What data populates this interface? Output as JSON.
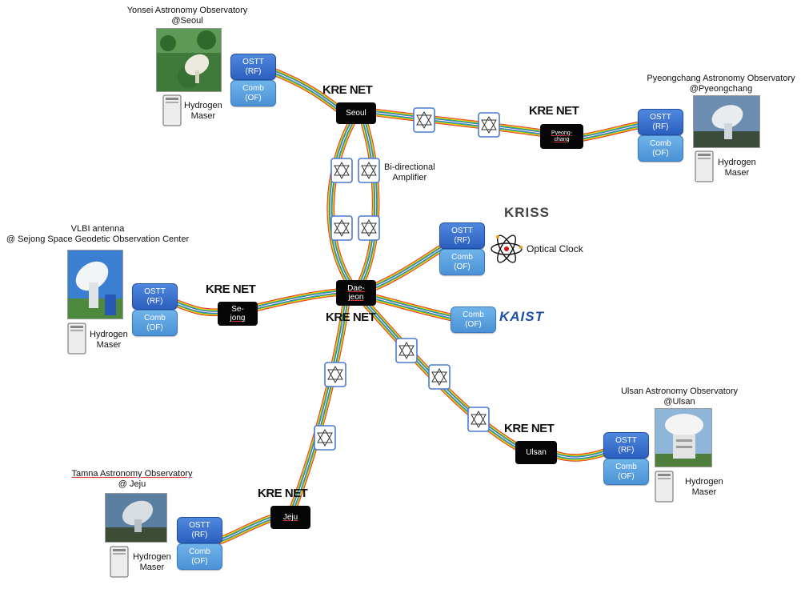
{
  "sites": {
    "seoul_obs": {
      "caption_line1": "Yonsei Astronomy Observatory",
      "caption_line2": "@Seoul"
    },
    "pyeongchang_obs": {
      "caption_line1": "Pyeongchang Astronomy Observatory",
      "caption_line2": "@Pyeongchang"
    },
    "sejong_obs": {
      "caption_line1": "VLBI antenna",
      "caption_line2": "@ Sejong Space Geodetic Observation Center"
    },
    "ulsan_obs": {
      "caption_line1": "Ulsan Astronomy Observatory",
      "caption_line2": "@Ulsan"
    },
    "jeju_obs": {
      "caption_line1": "Tamna Astronomy Observatory",
      "caption_line2": "@ Jeju"
    }
  },
  "signal": {
    "ostt_line1": "OSTT",
    "ostt_line2": "(RF)",
    "comb_line1": "Comb",
    "comb_line2": "(OF)"
  },
  "maser": {
    "line1": "Hydrogen",
    "line2": "Maser"
  },
  "network_logo": "KRE NET",
  "nodes": {
    "seoul": "Seoul",
    "pyeongchang_line1": "Pyeong-",
    "pyeongchang_line2": "chang",
    "sejong_line1": "Se-",
    "sejong_line2": "jong",
    "daejeon_line1": "Dae-",
    "daejeon_line2": "jeon",
    "ulsan": "Ulsan",
    "jeju": "Jeju"
  },
  "amplifier_label": {
    "line1": "Bi-directional",
    "line2": "Amplifier"
  },
  "kriss": {
    "logo": "KRISS",
    "clock_label": "Optical Clock"
  },
  "kaist": {
    "logo": "KAIST"
  },
  "colors": {
    "ostt": "#2c5fc0",
    "comb": "#4b92d6",
    "node": "#060606",
    "fiber": [
      "#e0302a",
      "#f29a1a",
      "#f3e21b",
      "#37b34a",
      "#2f8fd8",
      "#4b3fa0"
    ]
  }
}
